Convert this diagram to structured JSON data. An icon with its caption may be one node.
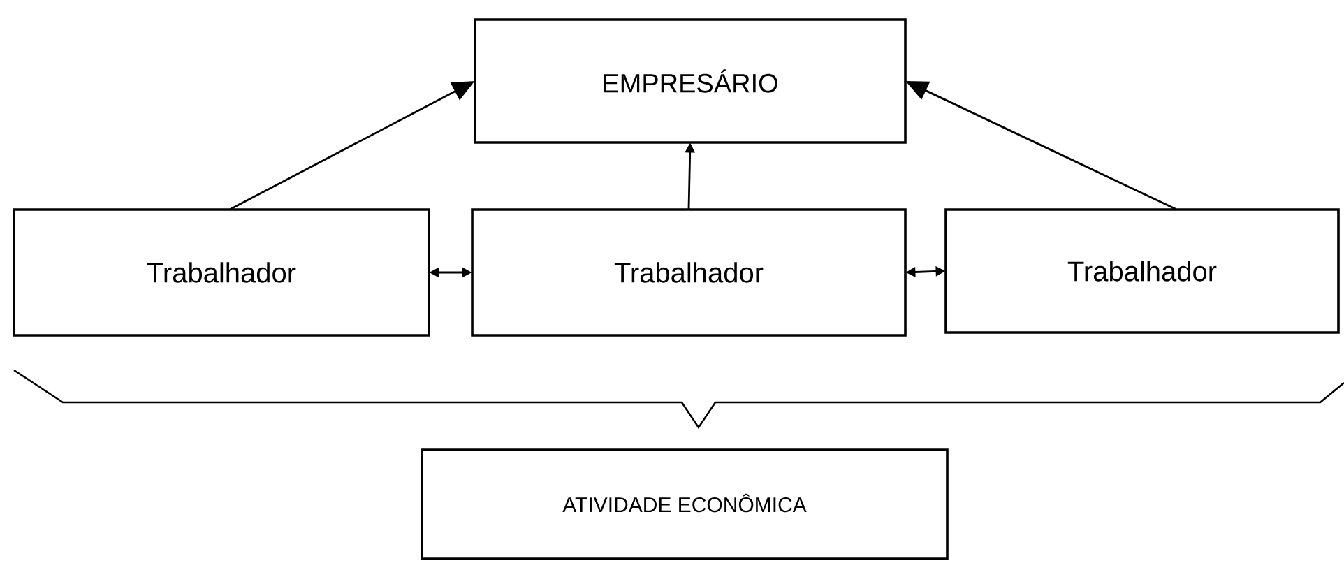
{
  "diagram": {
    "nodes": [
      {
        "text": [
          "EMPRESÁRIO"
        ]
      },
      {
        "text": [
          "Trabalhador"
        ]
      },
      {
        "text": [
          "Trabalhador"
        ]
      },
      {
        "text": [
          "Trabalhador"
        ]
      },
      {
        "text": [
          "ATIVIDADE ECONÔMICA"
        ]
      }
    ],
    "edges": [
      {
        "from": 1,
        "to": 0,
        "arrow": "to"
      },
      {
        "from": 2,
        "to": 0,
        "arrow": "to"
      },
      {
        "from": 3,
        "to": 0,
        "arrow": "to"
      },
      {
        "from": 1,
        "to": 2,
        "arrow": "both"
      },
      {
        "from": 2,
        "to": 3,
        "arrow": "both"
      }
    ]
  }
}
